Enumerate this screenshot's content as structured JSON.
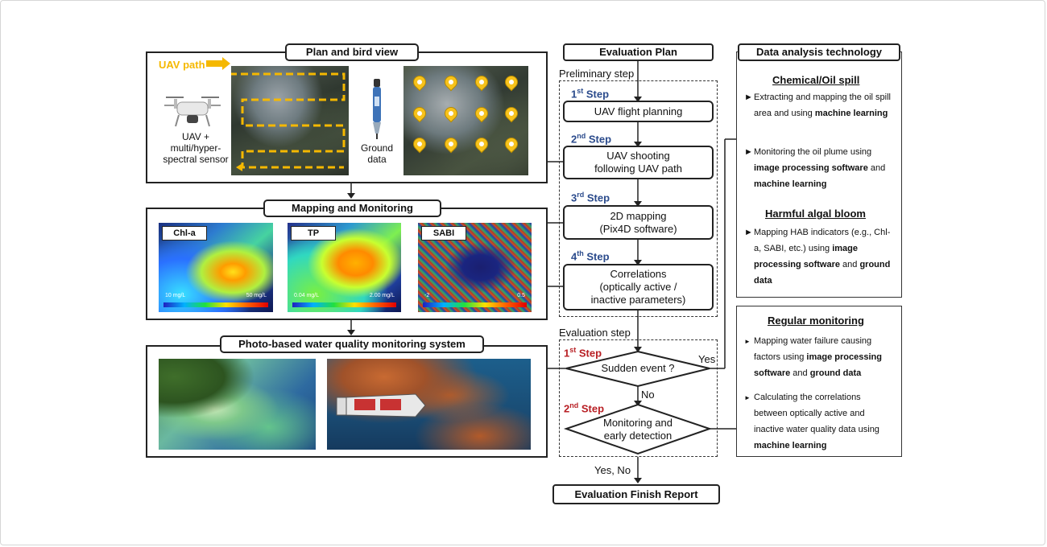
{
  "left": {
    "plan_title": "Plan and bird view",
    "uav_path_label": "UAV path",
    "uav_label": "UAV +\nmulti/hyper-\nspectral sensor",
    "ground_label": "Ground\ndata",
    "mapping_title": "Mapping and Monitoring",
    "maps": [
      {
        "tag": "Chl-a",
        "scale_min": "10 mg/L",
        "scale_max": "50 mg/L"
      },
      {
        "tag": "TP",
        "scale_min": "0.04 mg/L",
        "scale_max": "2.00 mg/L"
      },
      {
        "tag": "SABI",
        "scale_min": "-2",
        "scale_max": "0.5"
      }
    ],
    "photo_title": "Photo-based water quality monitoring system"
  },
  "flow": {
    "eval_plan": "Evaluation Plan",
    "preliminary": "Preliminary step",
    "step1": {
      "n": "1",
      "sup": "st",
      "word": "Step",
      "box": "UAV flight planning"
    },
    "step2": {
      "n": "2",
      "sup": "nd",
      "word": "Step",
      "box": "UAV shooting\nfollowing UAV path"
    },
    "step3": {
      "n": "3",
      "sup": "rd",
      "word": "Step",
      "box": "2D mapping\n(Pix4D software)"
    },
    "step4": {
      "n": "4",
      "sup": "th",
      "word": "Step",
      "box": "Correlations\n(optically active /\ninactive parameters)"
    },
    "evaluation_step": "Evaluation step",
    "estep1": {
      "n": "1",
      "sup": "st",
      "word": "Step",
      "diamond": "Sudden event ?"
    },
    "estep2": {
      "n": "2",
      "sup": "nd",
      "word": "Step",
      "diamond": "Monitoring and\nearly detection"
    },
    "yes": "Yes",
    "no": "No",
    "yes_no": "Yes, No",
    "finish": "Evaluation Finish Report"
  },
  "right": {
    "tech_title": "Data analysis technology",
    "chem_head": "Chemical/Oil spill",
    "chem_items": [
      [
        {
          "t": "Extracting and mapping the oil spill area and using "
        },
        {
          "t": "machine learning",
          "b": true
        }
      ],
      [
        {
          "t": "Monitoring the oil plume using "
        },
        {
          "t": "image processing software",
          "b": true
        },
        {
          "t": " and "
        },
        {
          "t": "machine learning",
          "b": true
        }
      ]
    ],
    "hab_head": "Harmful algal bloom",
    "hab_items": [
      [
        {
          "t": "Mapping HAB indicators (e.g., Chl-a, SABI, etc.) using "
        },
        {
          "t": "image processing software",
          "b": true
        },
        {
          "t": " and "
        },
        {
          "t": "ground data",
          "b": true
        }
      ]
    ],
    "reg_head": "Regular monitoring",
    "reg_items": [
      [
        {
          "t": "Mapping water failure causing factors using "
        },
        {
          "t": "image processing software",
          "b": true
        },
        {
          "t": " and "
        },
        {
          "t": "ground data",
          "b": true
        }
      ],
      [
        {
          "t": "Calculating the correlations between optically active and inactive water quality data using "
        },
        {
          "t": "machine learning",
          "b": true
        }
      ]
    ]
  },
  "colors": {
    "path": "#f5b800",
    "blue_step": "#2b4b8c",
    "red_step": "#b81f24",
    "pin": "#f7c21b"
  }
}
